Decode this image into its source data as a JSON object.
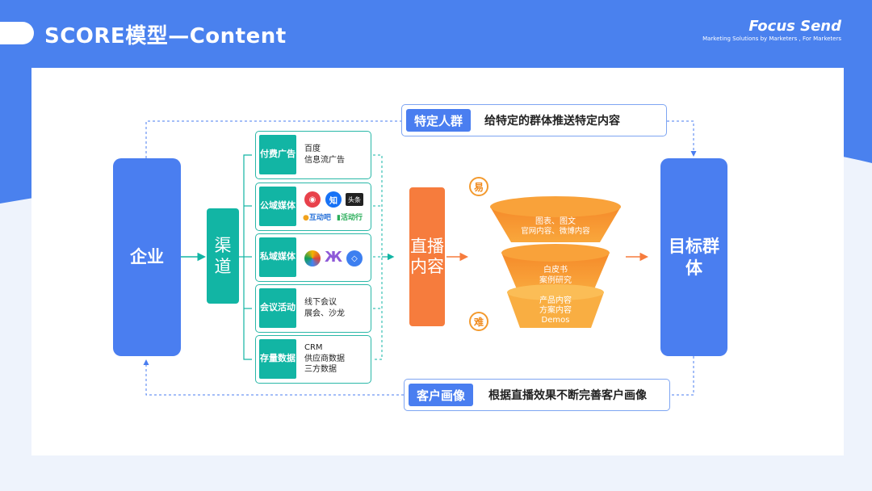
{
  "header": {
    "title": "SCORE模型—Content",
    "logo_brand": "Focus Send",
    "logo_tagline": "Marketing Solutions by Marketers , For Marketers"
  },
  "diagram": {
    "enterprise": "企业",
    "channel": "渠道",
    "live_content": "直播内容",
    "target_group": "目标群体",
    "sources": [
      {
        "label": "付费广告",
        "items": [
          "百度",
          "信息流广告"
        ]
      },
      {
        "label": "公域媒体",
        "items": [],
        "icon_texts": [
          "知",
          "头条",
          "互动吧",
          "活动行"
        ]
      },
      {
        "label": "私域媒体",
        "items": []
      },
      {
        "label": "会议活动",
        "items": [
          "线下会议",
          "展会、沙龙"
        ]
      },
      {
        "label": "存量数据",
        "items": [
          "CRM",
          "供应商数据",
          "三方数据"
        ]
      }
    ],
    "top_band": {
      "head": "特定人群",
      "body": "给特定的群体推送特定内容"
    },
    "bottom_band": {
      "head": "客户画像",
      "body": "根据直播效果不断完善客户画像"
    },
    "difficulty": {
      "easy": "易",
      "hard": "难"
    },
    "funnel": [
      {
        "lines": [
          "图表、图文",
          "官网内容、微博内容"
        ]
      },
      {
        "lines": [
          "白皮书",
          "案例研究"
        ]
      },
      {
        "lines": [
          "产品内容",
          "方案内容",
          "Demos"
        ]
      }
    ],
    "colors": {
      "blue": "#4a7ef0",
      "teal": "#12b5a4",
      "orange": "#f67c3d",
      "funnel_top": "#f7962d",
      "funnel_bottom": "#f9b646"
    },
    "icons": [
      "weibo-icon",
      "zhihu-icon",
      "toutiao-icon",
      "hudongba-icon",
      "huodongxing-icon",
      "photos-icon",
      "butterfly-icon",
      "service-icon"
    ]
  }
}
